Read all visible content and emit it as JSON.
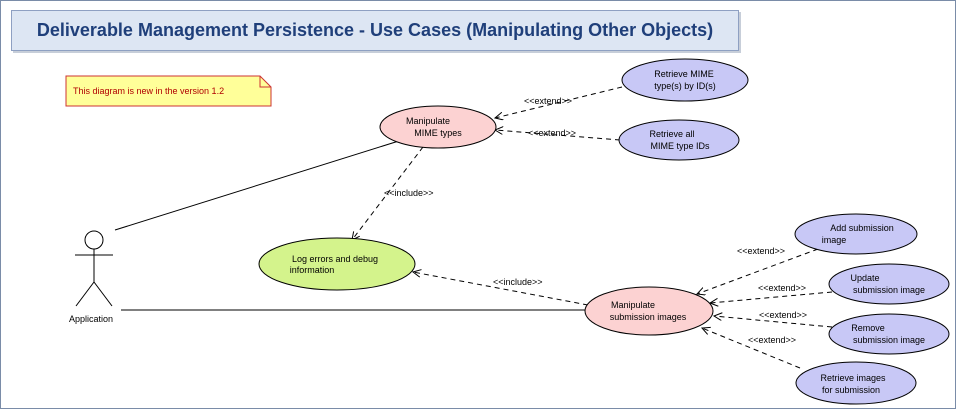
{
  "title": "Deliverable Management Persistence - Use Cases (Manipulating Other Objects)",
  "note": "This diagram is new in the version 1.2",
  "actor": {
    "name": "Application"
  },
  "use_cases": {
    "manipulate_mime": [
      "Manipulate",
      "MIME types"
    ],
    "retrieve_mime_by_id": [
      "Retrieve MIME",
      "type(s) by ID(s)"
    ],
    "retrieve_all_mime": [
      "Retrieve all",
      "MIME type IDs"
    ],
    "log_errors": [
      "Log errors and debug",
      "information"
    ],
    "manipulate_images": [
      "Manipulate",
      "submission images"
    ],
    "add_image": [
      "Add submission",
      "image"
    ],
    "update_image": [
      "Update",
      "submission image"
    ],
    "remove_image": [
      "Remove",
      "submission image"
    ],
    "retrieve_images": [
      "Retrieve images",
      "for submission"
    ]
  },
  "relations": {
    "extend": "<<extend>>",
    "include": "<<include>>"
  },
  "colors": {
    "manipulate_fill": "#fcd2d2",
    "retrieve_fill": "#c8c8f6",
    "log_fill": "#d4f38c",
    "note_fill": "#ffff99",
    "note_border": "#cc3333",
    "title_text": "#1f3f7a"
  }
}
